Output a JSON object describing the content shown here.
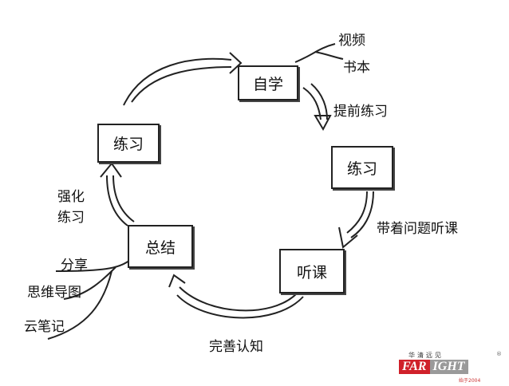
{
  "nodes": {
    "self_study": "自学",
    "practice_right": "练习",
    "lecture": "听课",
    "summary": "总结",
    "practice_left": "练习"
  },
  "edges": {
    "self_study_to_practice": "提前练习",
    "practice_to_lecture": "带着问题听课",
    "lecture_to_summary": "完善认知",
    "summary_to_practice": "强化练习"
  },
  "self_study_sources": [
    "视频",
    "书本"
  ],
  "summary_methods": [
    "分享",
    "思维导图",
    "云笔记"
  ],
  "logo": {
    "top": "华清远见",
    "red": "FAR",
    "grey": "IGHT",
    "since": "始于2004",
    "registered": "®"
  }
}
